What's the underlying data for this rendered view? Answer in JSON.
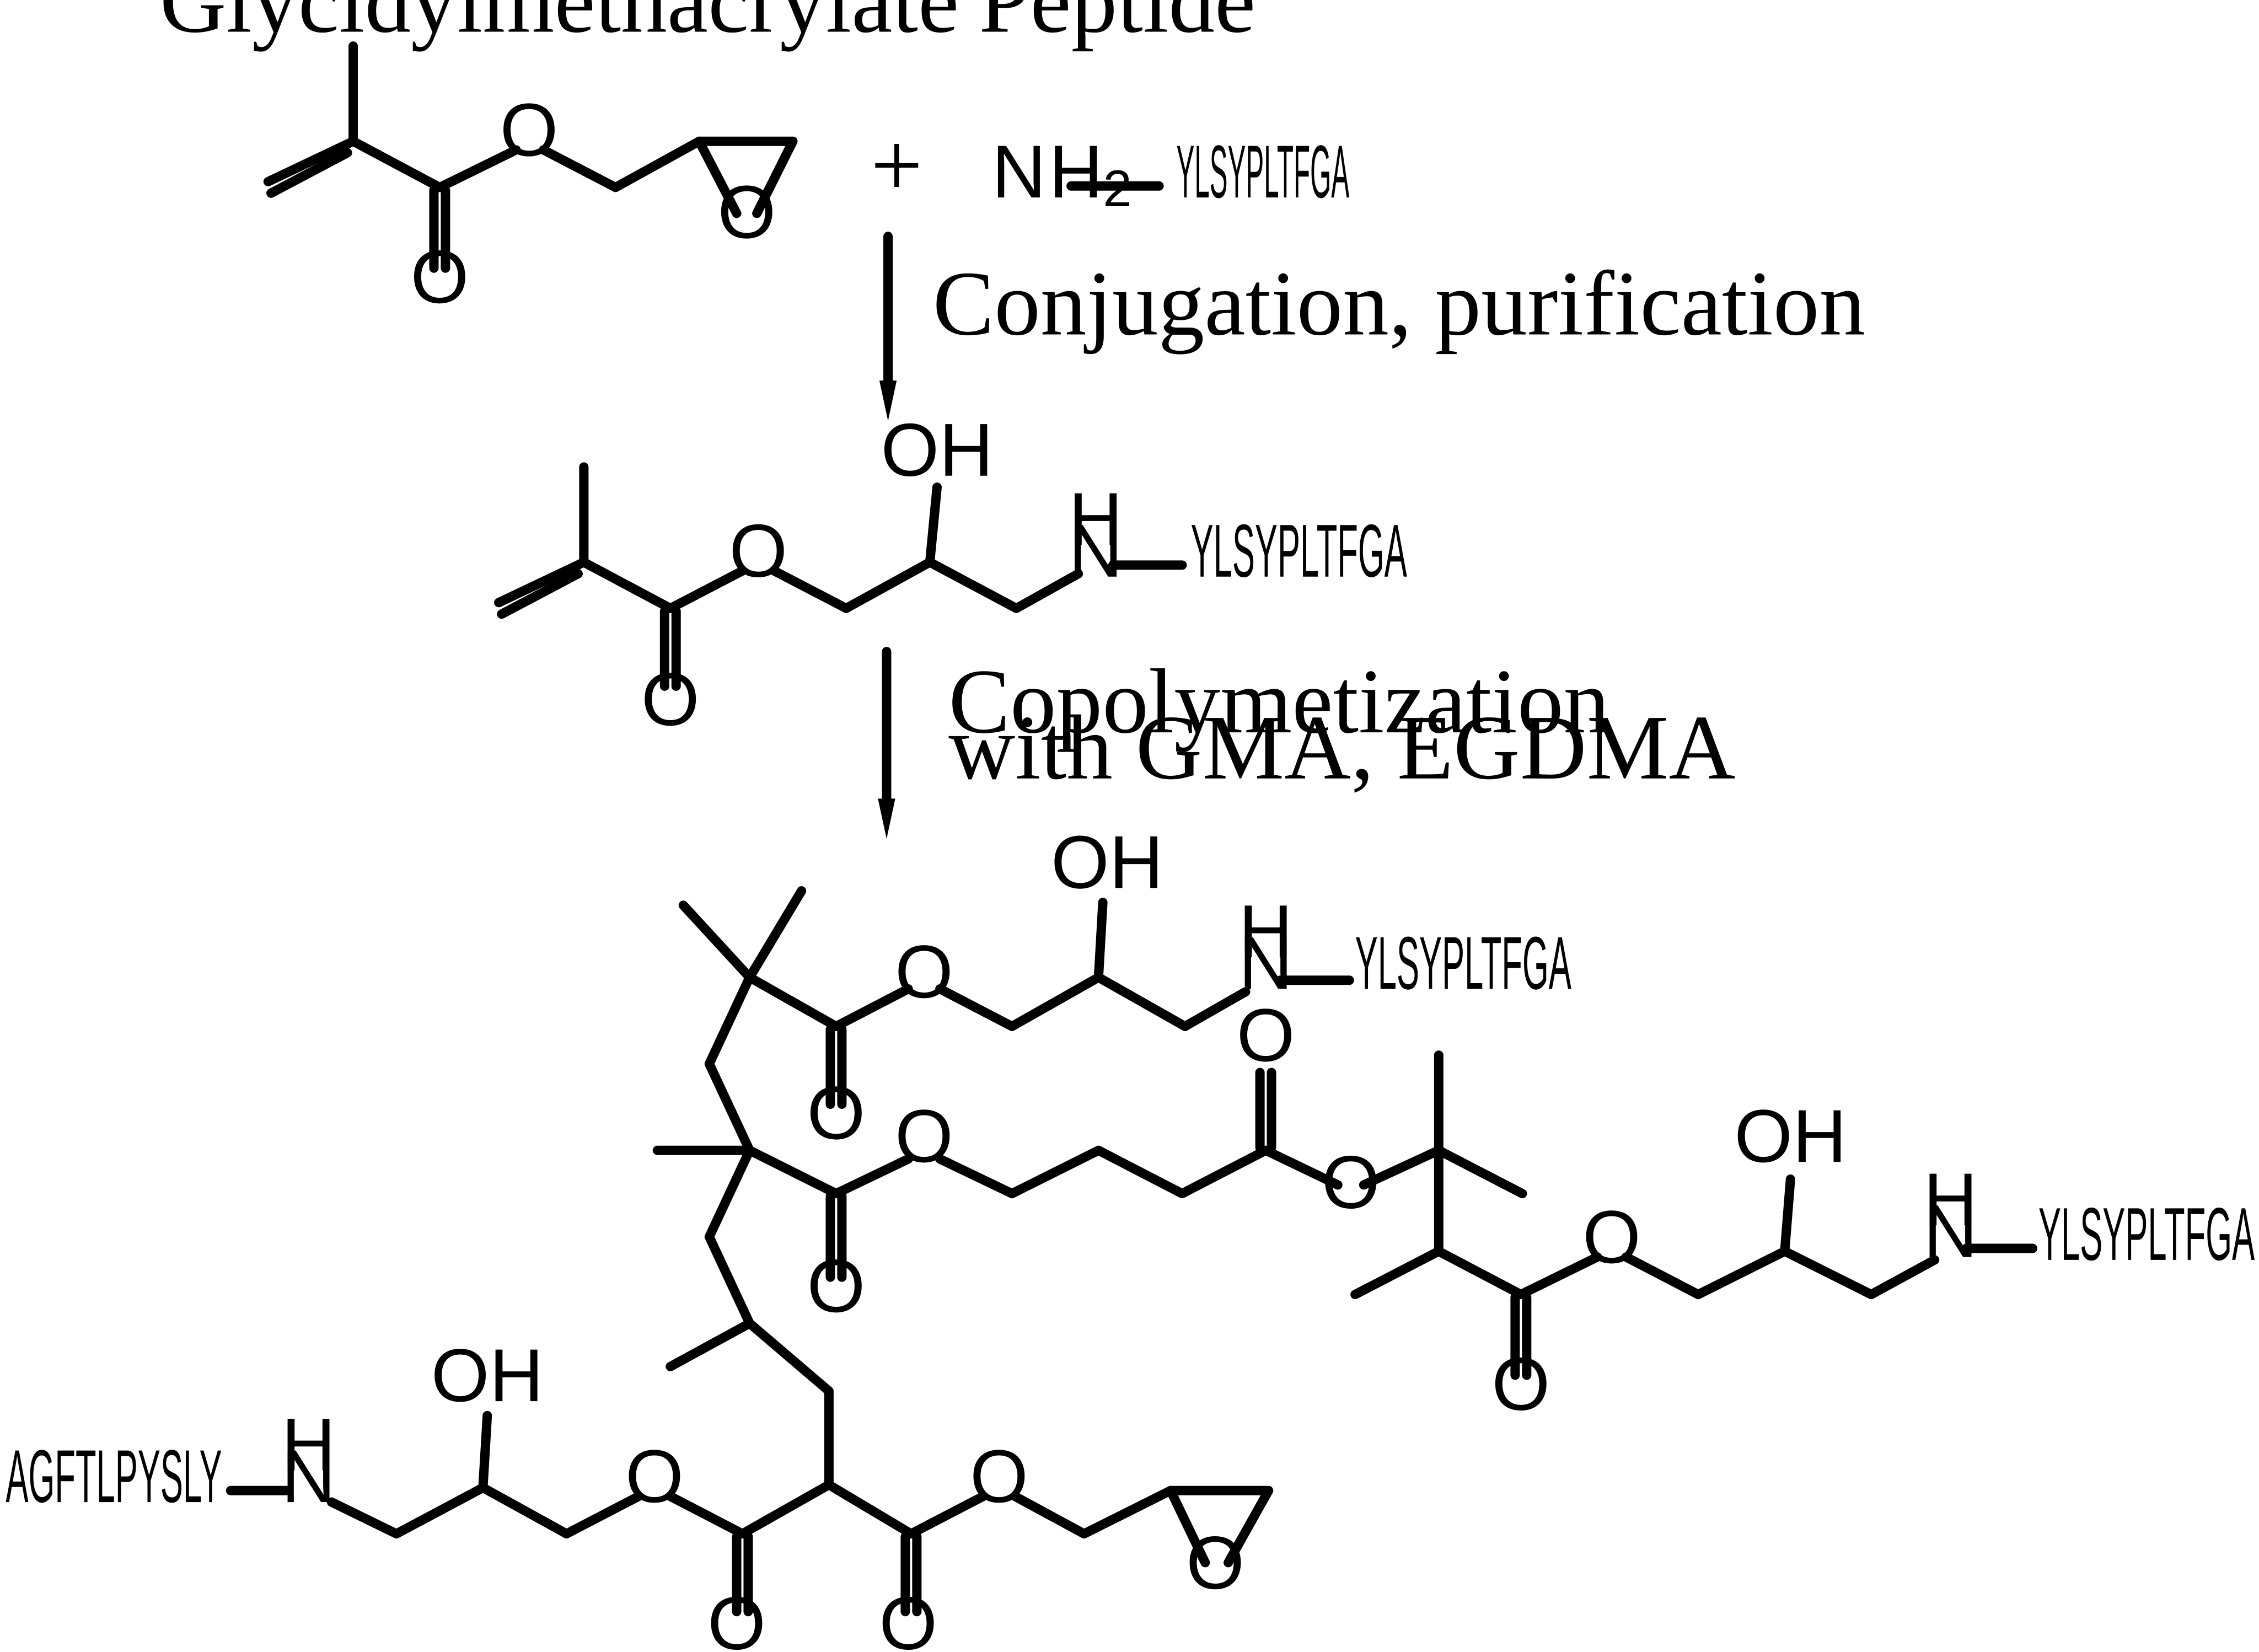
{
  "headers": {
    "reagent_1": "Glycidylmethacrylate",
    "reagent_2": "Peptide"
  },
  "plus": "+",
  "step_1": {
    "line_1": "Conjugation, purification"
  },
  "step_2": {
    "line_1": "Copolymetization",
    "line_2": "with GMA, EGDMA"
  },
  "atoms": {
    "oxygen": "O",
    "hydroxyl": "OH",
    "amine": "N",
    "amine_h": "H",
    "amine_h_sub": "2"
  },
  "peptides": {
    "forward": "YLSYPLTFGA",
    "reverse": "AGFTLPYSLY"
  }
}
